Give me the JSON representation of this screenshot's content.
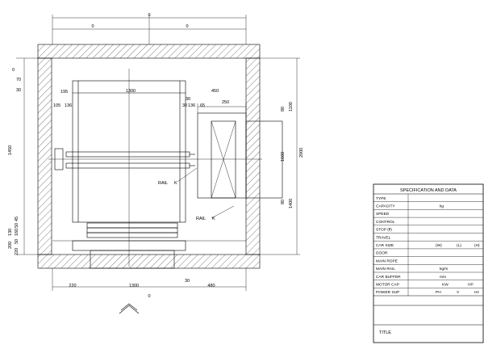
{
  "dimensions": {
    "top_left": "0",
    "top_right": "0",
    "top_total": "0",
    "left_top1": "0",
    "left_top2": "70",
    "left_top3": "30",
    "gap_195": "195",
    "car_width": "1300",
    "gap_30a": "30",
    "gap_450": "450",
    "gap_105": "105",
    "gap_136a": "136",
    "gap_30b": "30",
    "gap_136b": "136",
    "gap_65": "65",
    "gap_250": "250",
    "left_1450": "1450",
    "right_80a": "80",
    "right_1100": "1100",
    "right_1660": "1660",
    "right_2000": "2000",
    "right_80b": "80",
    "right_1400": "1400",
    "left_45": "45",
    "left_50a": "50",
    "left_160": "160",
    "left_130": "130",
    "left_50b": "50",
    "left_200": "200",
    "left_220v": "220",
    "bottom_220": "220",
    "bottom_1300": "1300",
    "bottom_30": "30",
    "bottom_480": "480",
    "bottom_total": "0",
    "rail_upper": "RAIL",
    "rail_upper_k": "K",
    "rail_lower": "RAIL",
    "rail_lower_k": "K"
  },
  "spec": {
    "title": "SPECIFICATION AND DATA",
    "rows": [
      {
        "label": "TYPE",
        "cells": []
      },
      {
        "label": "CAPACITY",
        "cells": [
          "kg"
        ]
      },
      {
        "label": "SPEED",
        "cells": []
      },
      {
        "label": "CONTROL",
        "cells": []
      },
      {
        "label": "STOP (fl)",
        "cells": []
      },
      {
        "label": "TRAVEL",
        "cells": []
      },
      {
        "label": "CAR SIZE",
        "cells": [
          "(W)",
          "(L)",
          "(H)"
        ]
      },
      {
        "label": "DOOR",
        "cells": []
      },
      {
        "label": "MAIN ROPE",
        "cells": []
      },
      {
        "label": "MAIN RAIL",
        "cells": [
          "kg/m"
        ]
      },
      {
        "label": "CAR BUFFER",
        "cells": [
          "mm"
        ]
      },
      {
        "label": "MOTOR CAP",
        "cells": [
          "KW",
          "HP"
        ]
      },
      {
        "label": "POWER SUP",
        "cells": [
          "PH",
          "V",
          "Hz"
        ]
      }
    ],
    "footer_label": "TITLE"
  },
  "colors": {
    "line": "#000000",
    "background": "#ffffff"
  }
}
